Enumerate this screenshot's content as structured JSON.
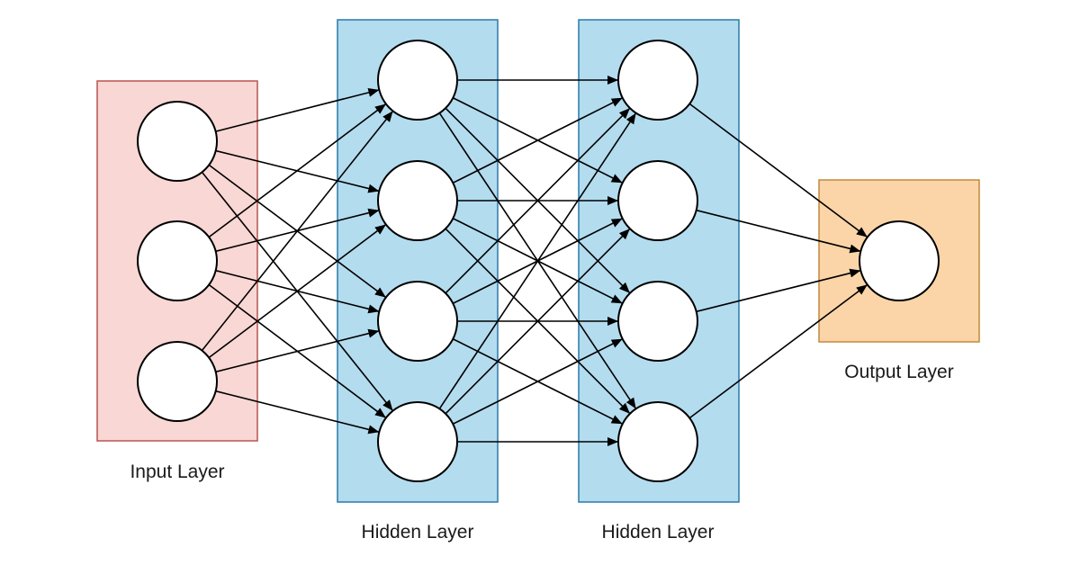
{
  "layers": [
    {
      "id": "input",
      "label": "Input Layer",
      "nodes": 3,
      "fill": "#f8d7d4",
      "stroke": "#b85450"
    },
    {
      "id": "hidden1",
      "label": "Hidden Layer",
      "nodes": 4,
      "fill": "#b3dcef",
      "stroke": "#2a7aa8"
    },
    {
      "id": "hidden2",
      "label": "Hidden Layer",
      "nodes": 4,
      "fill": "#b3dcef",
      "stroke": "#2a7aa8"
    },
    {
      "id": "output",
      "label": "Output Layer",
      "nodes": 1,
      "fill": "#fbd5a8",
      "stroke": "#c08a3e"
    }
  ],
  "connectivity": "fully-connected",
  "node_color": "#ffffff",
  "edge_color": "#000000"
}
